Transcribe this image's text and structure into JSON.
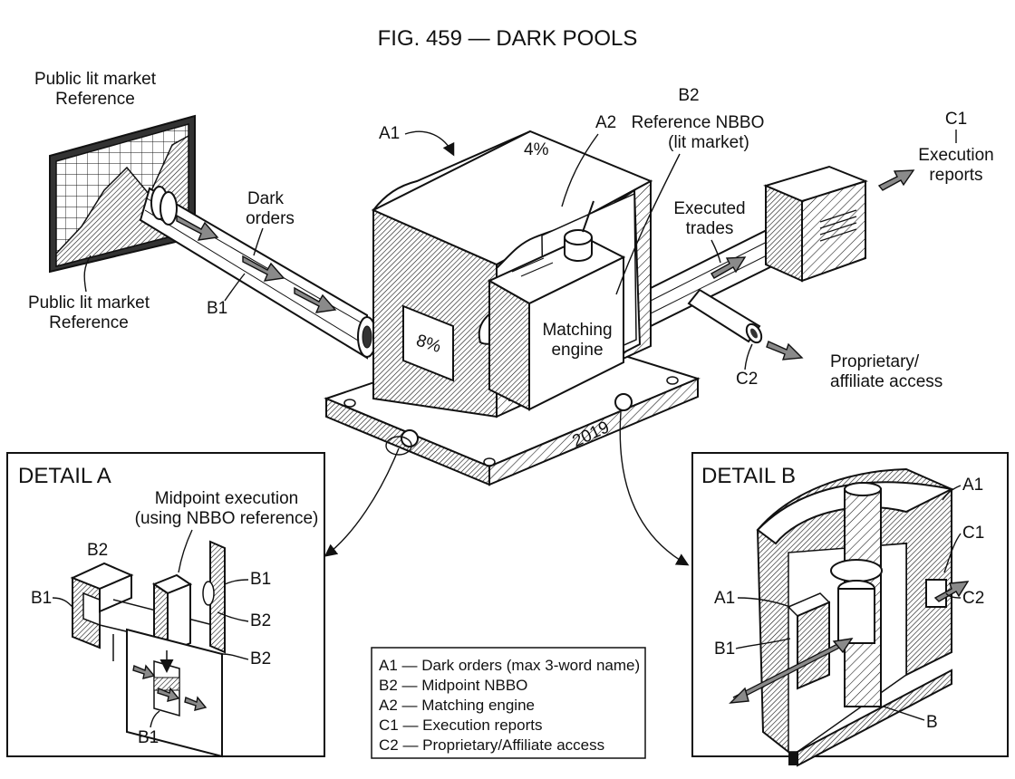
{
  "title": "FIG. 459 — DARK POOLS",
  "labels": {
    "lit_market_top_l1": "Public lit market",
    "lit_market_top_l2": "Reference",
    "lit_market_bottom_l1": "Public lit market",
    "lit_market_bottom_l2": "Reference",
    "dark_orders_l1": "Dark",
    "dark_orders_l2": "orders",
    "b1_pipe": "B1",
    "a1_main": "A1",
    "a2_main": "A2",
    "b2_main": "B2",
    "ref_nbbo_l1": "Reference NBBO",
    "ref_nbbo_l2": "(lit market)",
    "pct_top": "4%",
    "pct_side": "8%",
    "engine_l1": "Matching",
    "engine_l2": "engine",
    "exec_trades_l1": "Executed",
    "exec_trades_l2": "trades",
    "c1_main": "C1",
    "exec_reports_l1": "Execution",
    "exec_reports_l2": "reports",
    "c2_main": "C2",
    "prop_l1": "Proprietary/",
    "prop_l2": "affiliate access",
    "year": "2019"
  },
  "detail_a": {
    "title": "DETAIL A",
    "midpoint_l1": "Midpoint execution",
    "midpoint_l2": "(using NBBO reference)",
    "b2_top": "B2",
    "b1_left": "B1",
    "b1_right": "B1",
    "b2_right": "B2",
    "b2_lower": "B2",
    "b1_bottom": "B1"
  },
  "detail_b": {
    "title": "DETAIL B",
    "a1_top": "A1",
    "c1": "C1",
    "c2": "C2",
    "a1_left": "A1",
    "b1_left": "B1",
    "b_bottom": "B"
  },
  "legend": [
    "A1 — Dark orders (max 3-word name)",
    "B2 — Midpoint NBBO",
    "A2 — Matching engine",
    "C1 — Execution reports",
    "C2 — Proprietary/Affiliate access"
  ]
}
